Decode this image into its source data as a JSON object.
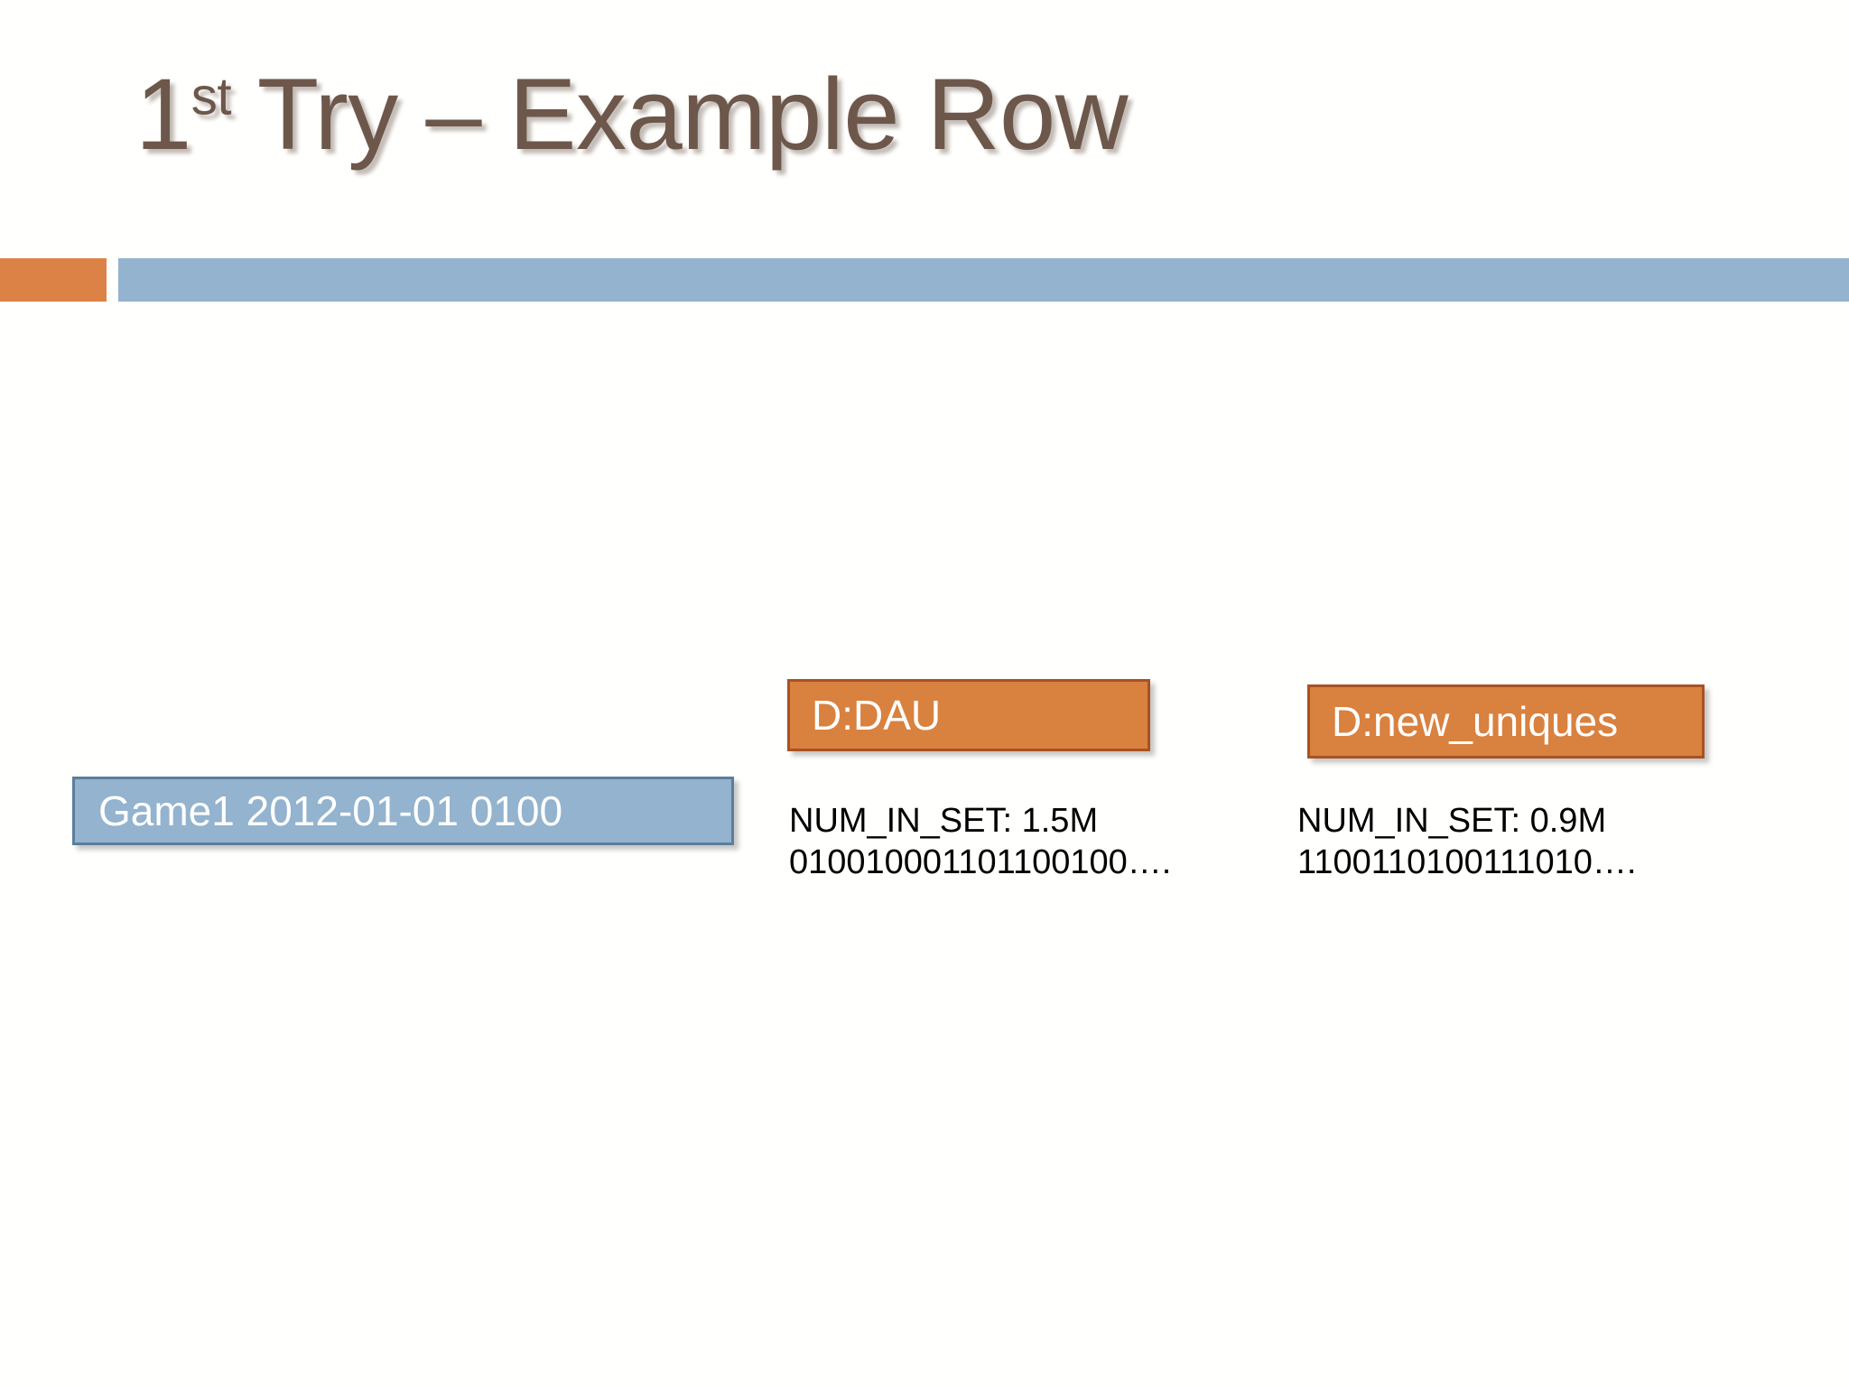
{
  "slide": {
    "title_prefix": "1",
    "title_superscript": "st",
    "title_rest": " Try – Example Row",
    "title_full": "1st Try – Example Row"
  },
  "theme": {
    "title_color": "#6D574B",
    "accent_orange": "#DD8247",
    "accent_blue": "#93B3CE",
    "orange_fill": "#D9813F",
    "orange_border": "#A85223",
    "blue_fill": "#93B3CE",
    "blue_border": "#5A7E9E",
    "background": "#FFFFFF",
    "body_text_color": "#000000"
  },
  "row_key": {
    "label": "Game1  2012-01-01 0100"
  },
  "columns": [
    {
      "family_label": "D:DAU",
      "num_in_set_line": "NUM_IN_SET: 1.5M",
      "bitmap_line": "010010001101100100…."
    },
    {
      "family_label": "D:new_uniques",
      "num_in_set_line": "NUM_IN_SET: 0.9M",
      "bitmap_line": "1100110100111010…."
    }
  ]
}
